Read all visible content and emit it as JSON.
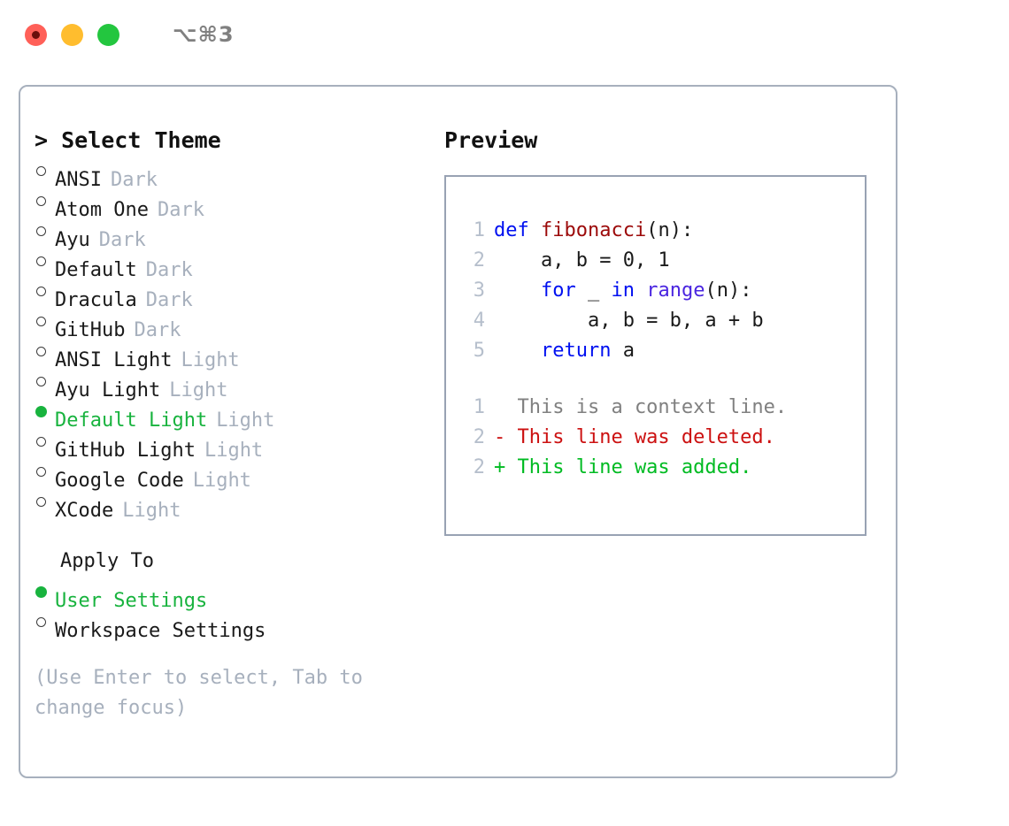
{
  "window": {
    "traffic_lights": [
      {
        "name": "close-button",
        "color": "#ff6058"
      },
      {
        "name": "minimize-button",
        "color": "#ffbd2e"
      },
      {
        "name": "maximize-button",
        "color": "#23c63f"
      }
    ],
    "shortcut": "⌥⌘3"
  },
  "colors": {
    "selected_green": "#18b33e",
    "dim_gray": "#a7b0bd",
    "border": "#a7b0bd",
    "keyword_blue": "#0010f0",
    "function_red": "#9c0a0a",
    "builtin_purple": "#4a25e0",
    "diff_deleted": "#cc1111",
    "diff_added": "#00bb22"
  },
  "theme_panel": {
    "prompt": ">",
    "header": "Select Theme",
    "header_line": "> Select Theme",
    "themes": [
      {
        "name": "ANSI",
        "tag": "Dark",
        "selected": false
      },
      {
        "name": "Atom One",
        "tag": "Dark",
        "selected": false
      },
      {
        "name": "Ayu",
        "tag": "Dark",
        "selected": false
      },
      {
        "name": "Default",
        "tag": "Dark",
        "selected": false
      },
      {
        "name": "Dracula",
        "tag": "Dark",
        "selected": false
      },
      {
        "name": "GitHub",
        "tag": "Dark",
        "selected": false
      },
      {
        "name": "ANSI Light",
        "tag": "Light",
        "selected": false
      },
      {
        "name": "Ayu Light",
        "tag": "Light",
        "selected": false
      },
      {
        "name": "Default Light",
        "tag": "Light",
        "selected": true
      },
      {
        "name": "GitHub Light",
        "tag": "Light",
        "selected": false
      },
      {
        "name": "Google Code",
        "tag": "Light",
        "selected": false
      },
      {
        "name": "XCode",
        "tag": "Light",
        "selected": false
      }
    ],
    "apply_to": {
      "title": "Apply To",
      "options": [
        {
          "name": "User Settings",
          "selected": true
        },
        {
          "name": "Workspace Settings",
          "selected": false
        }
      ]
    },
    "hint": "(Use Enter to select, Tab to change focus)"
  },
  "preview": {
    "title": "Preview",
    "code_lines": [
      {
        "no": "1",
        "tokens": [
          {
            "t": "def ",
            "c": "kw"
          },
          {
            "t": "fibonacci",
            "c": "fn"
          },
          {
            "t": "(n):",
            "c": "pl"
          }
        ]
      },
      {
        "no": "2",
        "tokens": [
          {
            "t": "    a, b = 0, 1",
            "c": "pl"
          }
        ]
      },
      {
        "no": "3",
        "tokens": [
          {
            "t": "    ",
            "c": "pl"
          },
          {
            "t": "for",
            "c": "kw"
          },
          {
            "t": " _ ",
            "c": "pl"
          },
          {
            "t": "in",
            "c": "kw"
          },
          {
            "t": " ",
            "c": "pl"
          },
          {
            "t": "range",
            "c": "bi"
          },
          {
            "t": "(n):",
            "c": "pl"
          }
        ]
      },
      {
        "no": "4",
        "tokens": [
          {
            "t": "        a, b = b, a + b",
            "c": "pl"
          }
        ]
      },
      {
        "no": "5",
        "tokens": [
          {
            "t": "    ",
            "c": "pl"
          },
          {
            "t": "return",
            "c": "kw"
          },
          {
            "t": " a",
            "c": "pl"
          }
        ]
      }
    ],
    "diff_lines": [
      {
        "no": "1",
        "marker": " ",
        "text": "  This is a context line.",
        "kind": "ctx"
      },
      {
        "no": "2",
        "marker": "-",
        "text": "- This line was deleted.",
        "kind": "del"
      },
      {
        "no": "2",
        "marker": "+",
        "text": "+ This line was added.",
        "kind": "add"
      }
    ]
  }
}
